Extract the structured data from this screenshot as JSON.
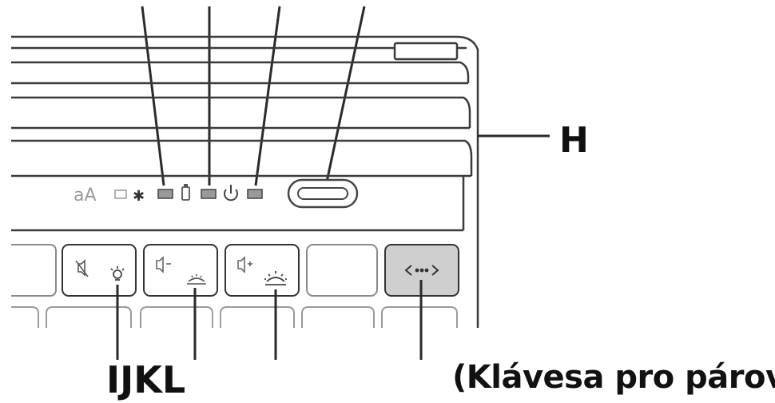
{
  "labels": {
    "h": "H",
    "ijkl": "IJKL",
    "pairing_key": "(Klávesa pro párování)"
  },
  "indicator_text": "aA",
  "icons": [
    "bluetooth-icon",
    "battery-icon",
    "power-icon",
    "pair-arrows-icon",
    "mute-icon",
    "backlight-icon",
    "volume-down-icon",
    "volume-up-icon",
    "backlight-down-icon",
    "backlight-up-icon"
  ],
  "colors": {
    "line": "#333333",
    "pair_key_fill": "#cfcfcf"
  }
}
